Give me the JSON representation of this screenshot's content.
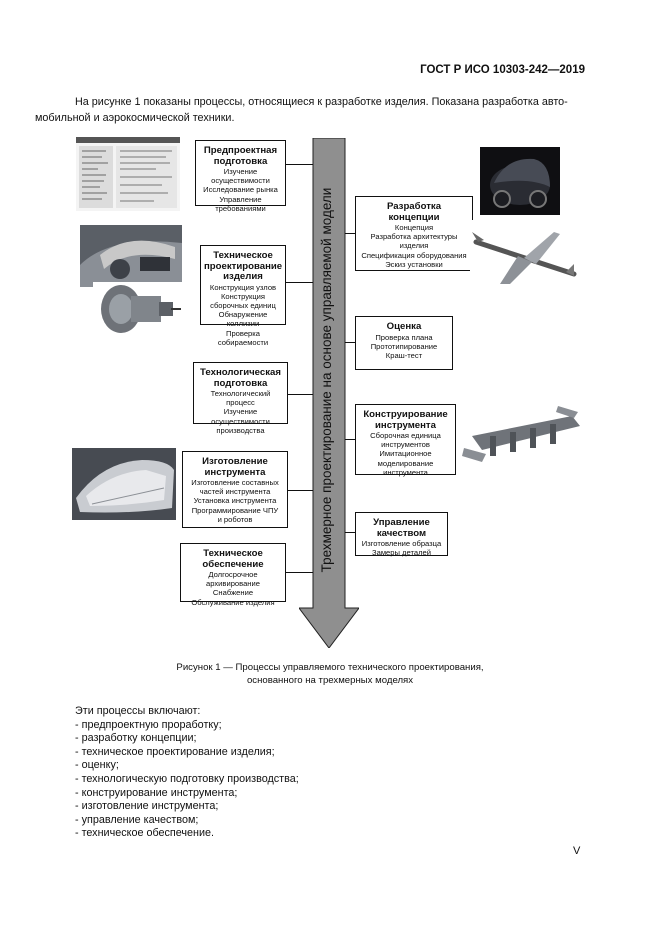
{
  "header": {
    "standard": "ГОСТ Р ИСО 10303-242—2019"
  },
  "intro": {
    "line1": "На рисунке 1 показаны процессы, относящиеся к разработке изделия. Показана разработка авто-",
    "line2": "мобильной и аэрокосмической техники."
  },
  "arrow_label": "Трехмерное проектирование на основе управляемой модели",
  "boxes_left": [
    {
      "title": [
        "Предпроектная",
        "подготовка"
      ],
      "lines": [
        "Изучение осуществимости",
        "Исследование рынка",
        "Управление требованиями"
      ]
    },
    {
      "title": [
        "Техническое",
        "проектирование",
        "изделия"
      ],
      "lines": [
        "Конструкция узлов",
        "Конструкция",
        "сборочных единиц",
        "Обнаружение коллизии",
        "Проверка собираемости"
      ]
    },
    {
      "title": [
        "Технологическая",
        "подготовка"
      ],
      "lines": [
        "Технологический процесс",
        "Изучение осуществимости",
        "производства"
      ]
    },
    {
      "title": [
        "Изготовление",
        "инструмента"
      ],
      "lines": [
        "Изготовление составных",
        "частей инструмента",
        "Установка инструмента",
        "Программирование ЧПУ",
        "и роботов"
      ]
    },
    {
      "title": [
        "Техническое",
        "обеспечение"
      ],
      "lines": [
        "Долгосрочное архивирование",
        "Снабжение",
        "Обслуживание изделия"
      ]
    }
  ],
  "boxes_right": [
    {
      "title": [
        "Разработка",
        "концепции"
      ],
      "lines": [
        "Концепция",
        "Разработка архитектуры",
        "изделия",
        "Спецификация оборудования",
        "Эскиз установки"
      ]
    },
    {
      "title": [
        "Оценка"
      ],
      "lines": [
        "Проверка плана",
        "Прототипирование",
        "Краш-тест"
      ]
    },
    {
      "title": [
        "Конструирование",
        "инструмента"
      ],
      "lines": [
        "Сборочная единица",
        "инструментов",
        "Имитационное",
        "моделирование",
        "инструмента"
      ]
    },
    {
      "title": [
        "Управление",
        "качеством"
      ],
      "lines": [
        "Изготовление образца",
        "Замеры деталей"
      ]
    }
  ],
  "caption": {
    "line1": "Рисунок 1 — Процессы управляемого технического проектирования,",
    "line2": "основанного на трехмерных моделях"
  },
  "list": {
    "intro": "Эти процессы включают:",
    "items": [
      "- предпроектную проработку;",
      "- разработку концепции;",
      "- техническое проектирование изделия;",
      "- оценку;",
      "- технологическую подготовку производства;",
      "- конструирование инструмента;",
      "- изготовление инструмента;",
      "- управление качеством;",
      "- техническое обеспечение."
    ]
  },
  "page_number": "V"
}
